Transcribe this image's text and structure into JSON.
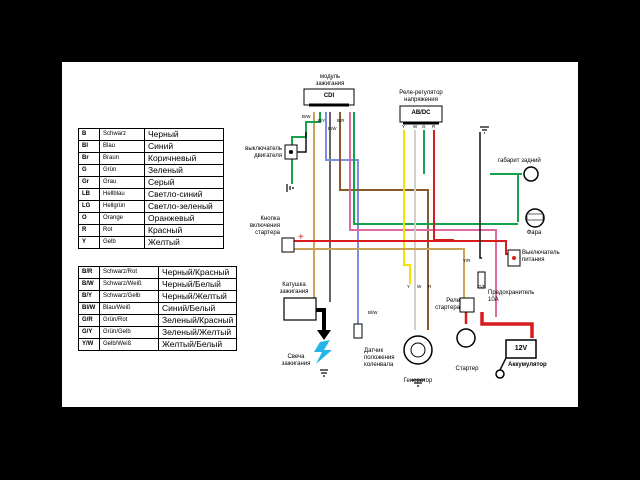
{
  "colors": {
    "black": "#111111",
    "white": "#cfcfcf",
    "red": "#d81b1b",
    "green": "#16a24a",
    "yellow": "#f0e400",
    "brown": "#8a5a2b",
    "gray": "#999999",
    "blue": "#7a8fe0",
    "pink_white": "#e06aa0",
    "tan": "#c9a35a"
  },
  "legend_single": [
    {
      "code": "B",
      "de": "Schwarz",
      "ru": "Черный"
    },
    {
      "code": "Bl",
      "de": "Blau",
      "ru": "Синий"
    },
    {
      "code": "Br",
      "de": "Braun",
      "ru": "Коричневый"
    },
    {
      "code": "G",
      "de": "Grün",
      "ru": "Зеленый"
    },
    {
      "code": "Gr",
      "de": "Grau",
      "ru": "Серый"
    },
    {
      "code": "LB",
      "de": "Hellblau",
      "ru": "Светло-синий"
    },
    {
      "code": "LG",
      "de": "Hellgrün",
      "ru": "Светло-зеленый"
    },
    {
      "code": "O",
      "de": "Orange",
      "ru": "Оранжевый"
    },
    {
      "code": "R",
      "de": "Rot",
      "ru": "Красный"
    },
    {
      "code": "Y",
      "de": "Gelb",
      "ru": "Желтый"
    }
  ],
  "legend_double": [
    {
      "code": "B/R",
      "de": "Schwarz/Rot",
      "ru": "Черный/Красный"
    },
    {
      "code": "B/W",
      "de": "Schwarz/Weiß",
      "ru": "Черный/Белый"
    },
    {
      "code": "B/Y",
      "de": "Schwarz/Gelb",
      "ru": "Черный/Желтый"
    },
    {
      "code": "Bl/W",
      "de": "Blau/Weiß",
      "ru": "Синий/Белый"
    },
    {
      "code": "G/R",
      "de": "Grün/Rot",
      "ru": "Зеленый/Красный"
    },
    {
      "code": "G/Y",
      "de": "Grün/Gelb",
      "ru": "Зеленый/Желтый"
    },
    {
      "code": "Y/W",
      "de": "Gelb/Weiß",
      "ru": "Желтый/Белый"
    }
  ],
  "components": {
    "cdi_title": "модуль\nзажигания",
    "cdi_box": "CDI",
    "regulator_title": "Реле-регулятор\nнапряжения",
    "regulator_box": "AB/DC",
    "engine_switch": "выключатель\nдвигателя",
    "starter_button": "Кнопка\nвключения\nстартера",
    "ignition_coil": "Катушка\nзажигания",
    "spark_plug": "Свеча\nзажигания",
    "crank_sensor": "Датчик\nположения\nколенвала",
    "generator": "Генератор",
    "starter_relay": "Реле\nстартера",
    "starter": "Стартер",
    "battery": "Аккумулятор",
    "battery_voltage": "12V",
    "fuse": "Предохранитель\n10A",
    "power_switch": "Выключатель\nпитания",
    "headlight": "Фара",
    "tail_light": "габарит задний"
  },
  "wire_labels": {
    "bw": "B/W",
    "by": "B/Y",
    "br": "B/R",
    "bw2": "B/W",
    "yr": "Y/R",
    "blw": "Bl/W",
    "y": "Y",
    "w": "W",
    "r": "R",
    "gr": "G/R",
    "reg_y": "Y",
    "reg_w": "W",
    "reg_g": "G",
    "reg_r": "R"
  }
}
